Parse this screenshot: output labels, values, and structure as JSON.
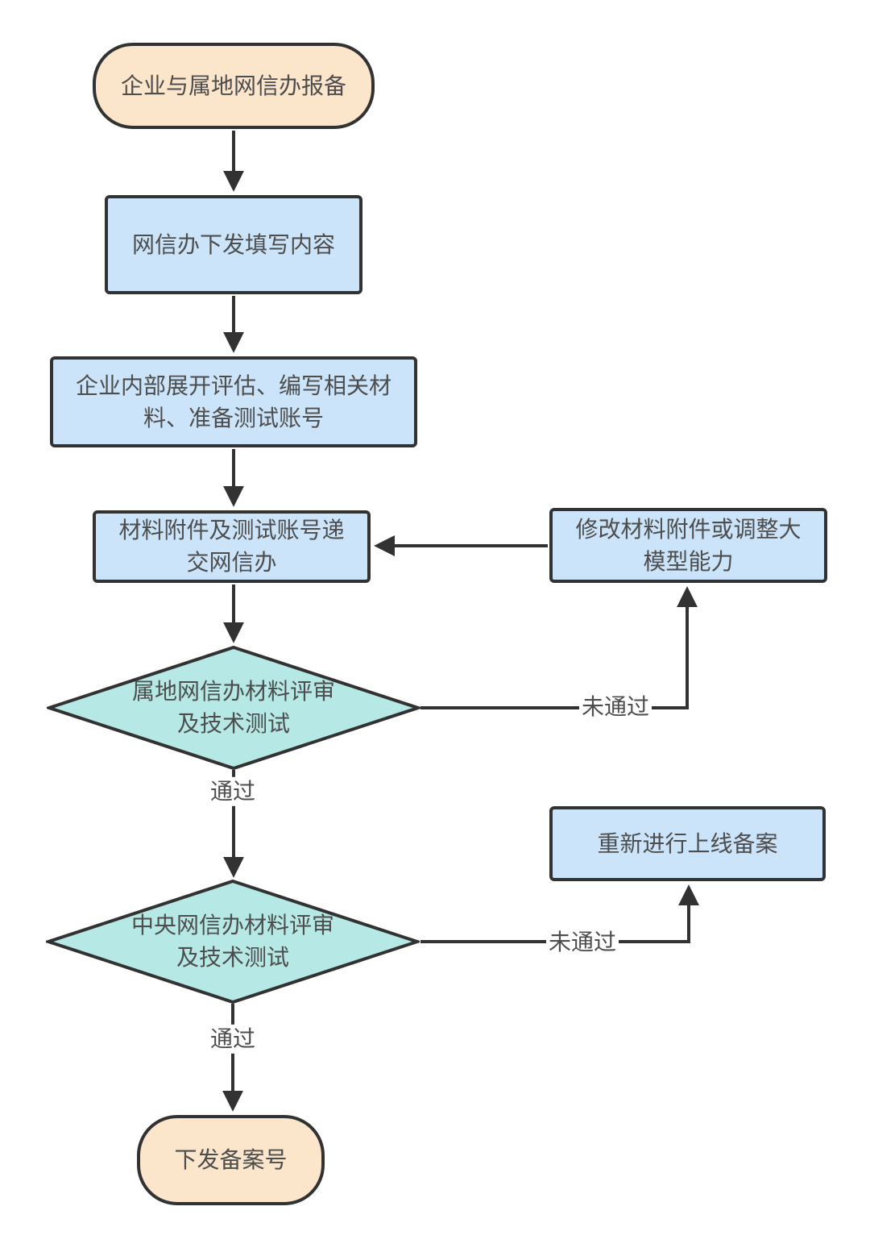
{
  "diagram": {
    "type": "flowchart",
    "direction": "top-down",
    "nodes": [
      {
        "id": "start",
        "shape": "terminator",
        "label": "企业与属地网信办报备",
        "fill": "#fbe5cb"
      },
      {
        "id": "step1",
        "shape": "process",
        "label": "网信办下发填写内容",
        "fill": "#cce4fa"
      },
      {
        "id": "step2",
        "shape": "process",
        "label": "企业内部展开评估、编写相关材\n料、准备测试账号",
        "fill": "#cce4fa"
      },
      {
        "id": "step3",
        "shape": "process",
        "label": "材料附件及测试账号递\n交网信办",
        "fill": "#cce4fa"
      },
      {
        "id": "revise",
        "shape": "process",
        "label": "修改材料附件或调整大\n模型能力",
        "fill": "#cce4fa"
      },
      {
        "id": "review_local",
        "shape": "decision",
        "label": "属地网信办材料评审\n及技术测试",
        "fill": "#b6e9e5"
      },
      {
        "id": "refile",
        "shape": "process",
        "label": "重新进行上线备案",
        "fill": "#cce4fa"
      },
      {
        "id": "review_central",
        "shape": "decision",
        "label": "中央网信办材料评审\n及技术测试",
        "fill": "#b6e9e5"
      },
      {
        "id": "end",
        "shape": "terminator",
        "label": "下发备案号",
        "fill": "#fbe5cb"
      }
    ],
    "edges": [
      {
        "from": "start",
        "to": "step1",
        "label": ""
      },
      {
        "from": "step1",
        "to": "step2",
        "label": ""
      },
      {
        "from": "step2",
        "to": "step3",
        "label": ""
      },
      {
        "from": "step3",
        "to": "review_local",
        "label": ""
      },
      {
        "from": "review_local",
        "to": "review_central",
        "label": "通过"
      },
      {
        "from": "review_local",
        "to": "revise",
        "label": "未通过"
      },
      {
        "from": "revise",
        "to": "step3",
        "label": ""
      },
      {
        "from": "review_central",
        "to": "end",
        "label": "通过"
      },
      {
        "from": "review_central",
        "to": "refile",
        "label": "未通过"
      }
    ],
    "colors": {
      "terminator_fill": "#fbe5cb",
      "process_fill": "#cce4fa",
      "decision_fill": "#b6e9e5",
      "stroke": "#323232",
      "text": "#4d4d4d",
      "background": "#ffffff"
    }
  }
}
